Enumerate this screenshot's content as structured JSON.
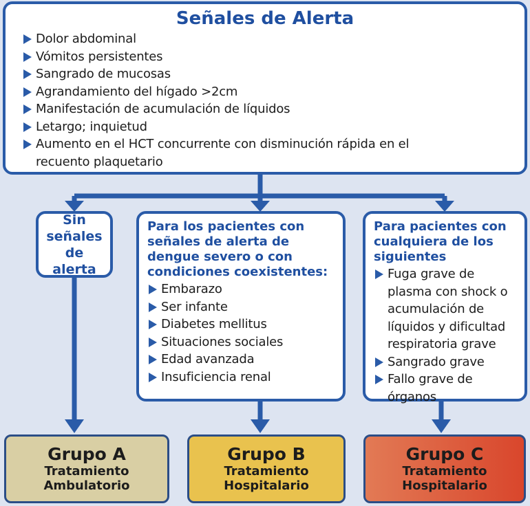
{
  "alert_box": {
    "title": "Señales de Alerta",
    "items": [
      "Dolor abdominal",
      "Vómitos persistentes",
      "Sangrado de mucosas",
      "Agrandamiento del hígado >2cm",
      "Manifestación de acumulación de líquidos",
      "Letargo; inquietud",
      "Aumento en el HCT concurrente con disminución rápida en el recuento plaquetario"
    ]
  },
  "left_box": {
    "title": "Sin señales de alerta"
  },
  "middle_box": {
    "heading": "Para los pacientes con señales de alerta de dengue severo o con condiciones coexistentes:",
    "items": [
      "Embarazo",
      "Ser infante",
      "Diabetes mellitus",
      "Situaciones sociales",
      "Edad avanzada",
      "Insuficiencia renal"
    ]
  },
  "right_box": {
    "heading": "Para pacientes con cualquiera de los siguientes",
    "items": [
      "Fuga grave de plasma con shock o acumulación de líquidos y dificultad respiratoria grave",
      "Sangrado grave",
      "Fallo grave de órganos"
    ]
  },
  "groups": [
    {
      "title": "Grupo A",
      "line1": "Tratamiento",
      "line2": "Ambulatorio"
    },
    {
      "title": "Grupo B",
      "line1": "Tratamiento",
      "line2": "Hospitalario"
    },
    {
      "title": "Grupo C",
      "line1": "Tratamiento",
      "line2": "Hospitalario"
    }
  ],
  "colors": {
    "border_blue": "#2a5ba8",
    "group_a": "#d9cfa4",
    "group_b": "#e9c24e",
    "group_c": "#e2603e"
  }
}
